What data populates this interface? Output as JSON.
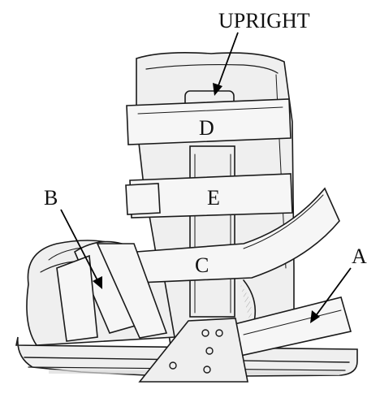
{
  "labels": {
    "upright": "UPRIGHT",
    "d": "D",
    "e": "E",
    "c": "C",
    "b": "B",
    "a": "A"
  },
  "colors": {
    "ink": "#1a1a1a",
    "background": "#ffffff"
  }
}
